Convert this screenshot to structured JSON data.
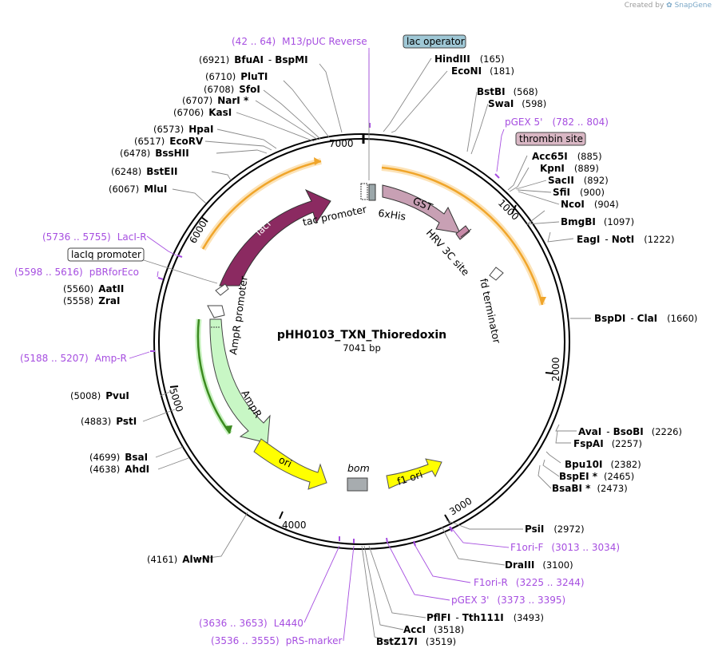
{
  "app": {
    "credit_prefix": "Created by",
    "credit_brand": "SnapGene"
  },
  "plasmid": {
    "name": "pHH0103_TXN_Thioredoxin",
    "size": "7041 bp"
  },
  "ticks": [
    "1000",
    "2000",
    "3000",
    "4000",
    "5000",
    "6000",
    "7000"
  ],
  "sites": [
    {
      "pos": "(6921)",
      "name": "BfuAI",
      "sep": "-",
      "name2": "BspMI"
    },
    {
      "pos": "(6710)",
      "name": "PluTI"
    },
    {
      "pos": "(6708)",
      "name": "SfoI"
    },
    {
      "pos": "(6707)",
      "name": "NarI *"
    },
    {
      "pos": "(6706)",
      "name": "KasI"
    },
    {
      "pos": "(6573)",
      "name": "HpaI"
    },
    {
      "pos": "(6517)",
      "name": "EcoRV"
    },
    {
      "pos": "(6478)",
      "name": "BssHII"
    },
    {
      "pos": "(6248)",
      "name": "BstEII"
    },
    {
      "pos": "(6067)",
      "name": "MluI"
    },
    {
      "pos": "(5560)",
      "name": "AatII"
    },
    {
      "pos": "(5558)",
      "name": "ZraI"
    },
    {
      "pos": "(5008)",
      "name": "PvuI"
    },
    {
      "pos": "(4883)",
      "name": "PstI"
    },
    {
      "pos": "(4699)",
      "name": "BsaI"
    },
    {
      "pos": "(4638)",
      "name": "AhdI"
    },
    {
      "pos": "(4161)",
      "name": "AlwNI"
    },
    {
      "name": "HindIII",
      "pos": "(165)"
    },
    {
      "name": "EcoNI",
      "pos": "(181)"
    },
    {
      "name": "BstBI",
      "pos": "(568)"
    },
    {
      "name": "SwaI",
      "pos": "(598)"
    },
    {
      "name": "Acc65I",
      "pos": "(885)"
    },
    {
      "name": "KpnI",
      "pos": "(889)"
    },
    {
      "name": "SacII",
      "pos": "(892)"
    },
    {
      "name": "SfiI",
      "pos": "(900)"
    },
    {
      "name": "NcoI",
      "pos": "(904)"
    },
    {
      "name": "BmgBI",
      "pos": "(1097)"
    },
    {
      "name": "EagI",
      "sep": "-",
      "name2": "NotI",
      "pos": "(1222)"
    },
    {
      "name": "BspDI",
      "sep": "-",
      "name2": "ClaI",
      "pos": "(1660)"
    },
    {
      "name": "AvaI",
      "sep": "-",
      "name2": "BsoBI",
      "pos": "(2226)"
    },
    {
      "name": "FspAI",
      "pos": "(2257)"
    },
    {
      "name": "Bpu10I",
      "pos": "(2382)"
    },
    {
      "name": "BspEI *",
      "pos": "(2465)"
    },
    {
      "name": "BsaBI *",
      "pos": "(2473)"
    },
    {
      "name": "PsiI",
      "pos": "(2972)"
    },
    {
      "name": "DraIII",
      "pos": "(3100)"
    },
    {
      "name": "PflFI",
      "sep": "-",
      "name2": "Tth111I",
      "pos": "(3493)"
    },
    {
      "name": "AccI",
      "pos": "(3518)"
    },
    {
      "name": "BstZ17I",
      "pos": "(3519)"
    }
  ],
  "primers": [
    {
      "range": "(42 .. 64)",
      "name": "M13/pUC Reverse"
    },
    {
      "range": "(5736 .. 5755)",
      "name": "LacI-R"
    },
    {
      "range": "(5598 .. 5616)",
      "name": "pBRforEco"
    },
    {
      "range": "(5188 .. 5207)",
      "name": "Amp-R"
    },
    {
      "range": "(3636 .. 3653)",
      "name": "L4440"
    },
    {
      "range": "(3536 .. 3555)",
      "name": "pRS-marker"
    },
    {
      "name": "pGEX 5'",
      "range": "(782 .. 804)"
    },
    {
      "name": "F1ori-F",
      "range": "(3013 .. 3034)"
    },
    {
      "name": "F1ori-R",
      "range": "(3225 .. 3244)"
    },
    {
      "name": "pGEX 3'",
      "range": "(3373 .. 3395)"
    }
  ],
  "features": {
    "lac_operator": "lac operator",
    "thrombin_site": "thrombin site",
    "laciq_promoter": "lacIq promoter",
    "laci": "lacI",
    "tac_promoter": "tac promoter",
    "his": "6xHis",
    "gst": "GST",
    "hrv": "HRV 3C site",
    "fd_terminator": "fd terminator",
    "ampr_promoter": "AmpR promoter",
    "ampr": "AmpR",
    "ori": "ori",
    "bom": "bom",
    "f1_ori": "f1 ori"
  },
  "colors": {
    "primer": "#a64ee0",
    "laci": "#8b2a61",
    "gst": "#c8a0b4",
    "ampr": "#c8f7c5",
    "ori": "#ffff00",
    "orf": "#f0a52a",
    "lac_operator_box": "#9fc8d6",
    "thrombin_box": "#d9b7c4",
    "bom": "#a7acaf"
  }
}
